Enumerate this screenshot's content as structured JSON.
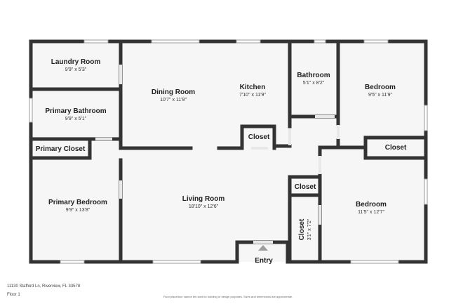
{
  "rooms": {
    "laundry": {
      "name": "Laundry Room",
      "dims": "9'9\" x 5'3\""
    },
    "primary_bath": {
      "name": "Primary Bathroom",
      "dims": "9'9\" x 5'1\""
    },
    "primary_closet": {
      "name": "Primary Closet"
    },
    "primary_bed": {
      "name": "Primary Bedroom",
      "dims": "9'9\" x 13'8\""
    },
    "dining": {
      "name": "Dining Room",
      "dims": "10'7\" x 11'9\""
    },
    "kitchen": {
      "name": "Kitchen",
      "dims": "7'10\" x 11'9\""
    },
    "kitchen_closet": {
      "name": "Closet"
    },
    "living": {
      "name": "Living Room",
      "dims": "18'10\" x 12'6\""
    },
    "bathroom": {
      "name": "Bathroom",
      "dims": "5'1\" x 8'2\""
    },
    "bedroom1": {
      "name": "Bedroom",
      "dims": "9'5\" x 11'9\""
    },
    "bedroom1_closet": {
      "name": "Closet"
    },
    "hall_closet": {
      "name": "Closet"
    },
    "small_closet": {
      "name": "Closet",
      "dims": "3'1\" x 7'2\""
    },
    "bedroom2": {
      "name": "Bedroom",
      "dims": "11'5\" x 12'7\""
    }
  },
  "entry": {
    "label": "Entry"
  },
  "footer": {
    "address": "11130 Stafford Ln, Riverview, FL 33578",
    "floor": "Floor 1",
    "disclaimer": "Floor plans/tour cannot be used for building or design purposes. Sizes and dimensions are approximate."
  },
  "colors": {
    "wall": "#333333",
    "floor": "#f6f6f6",
    "window": "#c8c8c8",
    "entry_arrow": "#9e9e9e"
  }
}
